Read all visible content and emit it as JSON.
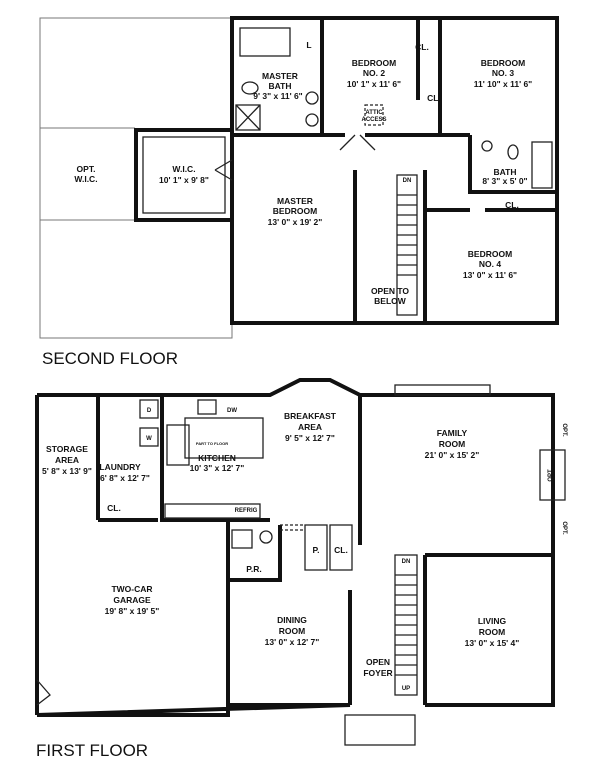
{
  "second_floor": {
    "title": "SECOND FLOOR",
    "rooms": {
      "opt_wic": {
        "name": [
          "OPT.",
          "W.I.C."
        ]
      },
      "wic": {
        "name": [
          "W.I.C."
        ],
        "size": "10' 1\" x 9' 8\""
      },
      "master_bath": {
        "name": [
          "MASTER",
          "BATH"
        ],
        "size": "9' 3\" x 11' 6\""
      },
      "bedroom2": {
        "name": [
          "BEDROOM",
          "NO. 2"
        ],
        "size": "10' 1\" x 11' 6\""
      },
      "bedroom3": {
        "name": [
          "BEDROOM",
          "NO. 3"
        ],
        "size": "11' 10\" x 11' 6\""
      },
      "master_bedroom": {
        "name": [
          "MASTER",
          "BEDROOM"
        ],
        "size": "13' 0\" x 19' 2\""
      },
      "bath": {
        "name": [
          "BATH"
        ],
        "size": "8' 3\" x 5' 0\""
      },
      "bedroom4": {
        "name": [
          "BEDROOM",
          "NO. 4"
        ],
        "size": "13' 0\" x 11' 6\""
      },
      "open_to_below": {
        "name": [
          "OPEN TO",
          "BELOW"
        ]
      }
    },
    "marks": {
      "closet": "CL.",
      "linen": "L",
      "attic": [
        "ATTIC",
        "ACCESS"
      ],
      "stair_dn": "DN"
    }
  },
  "first_floor": {
    "title": "FIRST FLOOR",
    "rooms": {
      "storage": {
        "name": [
          "STORAGE",
          "AREA"
        ],
        "size": "5' 8\" x 13' 9\""
      },
      "laundry": {
        "name": [
          "LAUNDRY"
        ],
        "size": "6' 8\" x 12' 7\""
      },
      "kitchen": {
        "name": [
          "KITCHEN"
        ],
        "size": "10' 3\" x 12' 7\""
      },
      "breakfast": {
        "name": [
          "BREAKFAST",
          "AREA"
        ],
        "size": "9' 5\" x 12' 7\""
      },
      "family": {
        "name": [
          "FAMILY",
          "ROOM"
        ],
        "size": "21' 0\" x 15' 2\""
      },
      "garage": {
        "name": [
          "TWO-CAR",
          "GARAGE"
        ],
        "size": "19' 8\" x 19' 5\""
      },
      "dining": {
        "name": [
          "DINING",
          "ROOM"
        ],
        "size": "13' 0\" x 12' 7\""
      },
      "living": {
        "name": [
          "LIVING",
          "ROOM"
        ],
        "size": "13' 0\" x 15' 4\""
      },
      "foyer": {
        "name": [
          "OPEN",
          "FOYER"
        ]
      },
      "powder": {
        "name": [
          "P.R."
        ]
      }
    },
    "marks": {
      "closet": "CL.",
      "pantry": "P.",
      "dryer": "D",
      "washer": "W",
      "dishwasher": "DW",
      "refrig": "REFRIG",
      "part_to_floor": "PART TO FLOOR",
      "opt": "OPT.",
      "stair_dn": "DN",
      "stair_up": "UP"
    }
  }
}
